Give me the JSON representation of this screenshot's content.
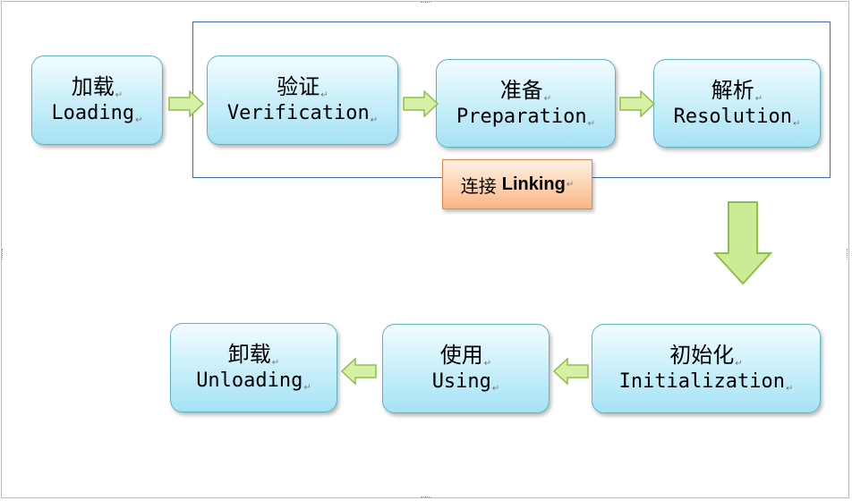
{
  "stages": {
    "loading": {
      "cn": "加载",
      "en": "Loading"
    },
    "verification": {
      "cn": "验证",
      "en": "Verification"
    },
    "preparation": {
      "cn": "准备",
      "en": "Preparation"
    },
    "resolution": {
      "cn": "解析",
      "en": "Resolution"
    },
    "initialization": {
      "cn": "初始化",
      "en": "Initialization"
    },
    "using": {
      "cn": "使用",
      "en": "Using"
    },
    "unloading": {
      "cn": "卸载",
      "en": "Unloading"
    }
  },
  "linking": {
    "cn": "连接",
    "en": "Linking"
  },
  "marker": "↵",
  "colors": {
    "stage_fill": "#bdeaf7",
    "stage_border": "#5fb1c4",
    "linking_fill": "#fbc9a2",
    "linking_border": "#e0884a",
    "frame_border": "#3b6cb4",
    "arrow_fill": "#d6f0a6",
    "arrow_stroke": "#8cc04a"
  }
}
